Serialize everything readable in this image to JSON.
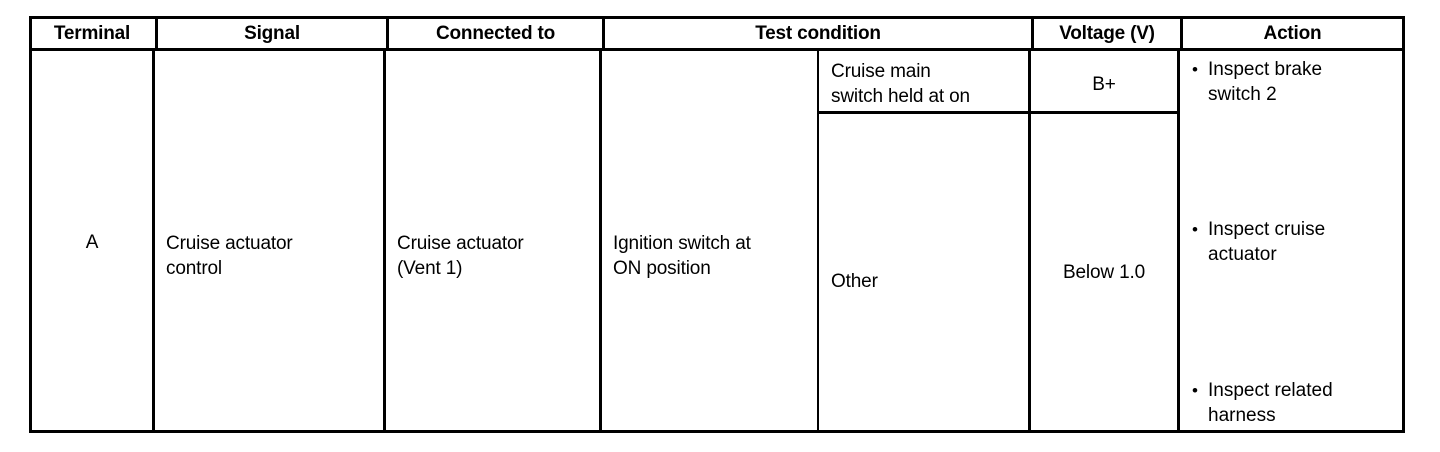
{
  "table": {
    "columns": [
      {
        "key": "terminal",
        "label": "Terminal"
      },
      {
        "key": "signal",
        "label": "Signal"
      },
      {
        "key": "connected_to",
        "label": "Connected to"
      },
      {
        "key": "test_condition",
        "label": "Test condition"
      },
      {
        "key": "voltage",
        "label": "Voltage (V)"
      },
      {
        "key": "action",
        "label": "Action"
      }
    ],
    "row": {
      "terminal": "A",
      "signal": "Cruise actuator\ncontrol",
      "connected_to": "Cruise actuator\n(Vent 1)",
      "test_condition_main": "Ignition switch at\nON position",
      "sub_rows": [
        {
          "condition": "Cruise main\nswitch held at on",
          "voltage": "B+"
        },
        {
          "condition": "Other",
          "voltage": "Below 1.0"
        }
      ],
      "actions": [
        {
          "bullet": "•",
          "text": "Inspect brake\nswitch 2"
        },
        {
          "bullet": "•",
          "text": "Inspect cruise\nactuator"
        },
        {
          "bullet": "•",
          "text": "Inspect related\nharness"
        }
      ]
    }
  },
  "colors": {
    "ink": "#000000",
    "paper": "#ffffff"
  }
}
